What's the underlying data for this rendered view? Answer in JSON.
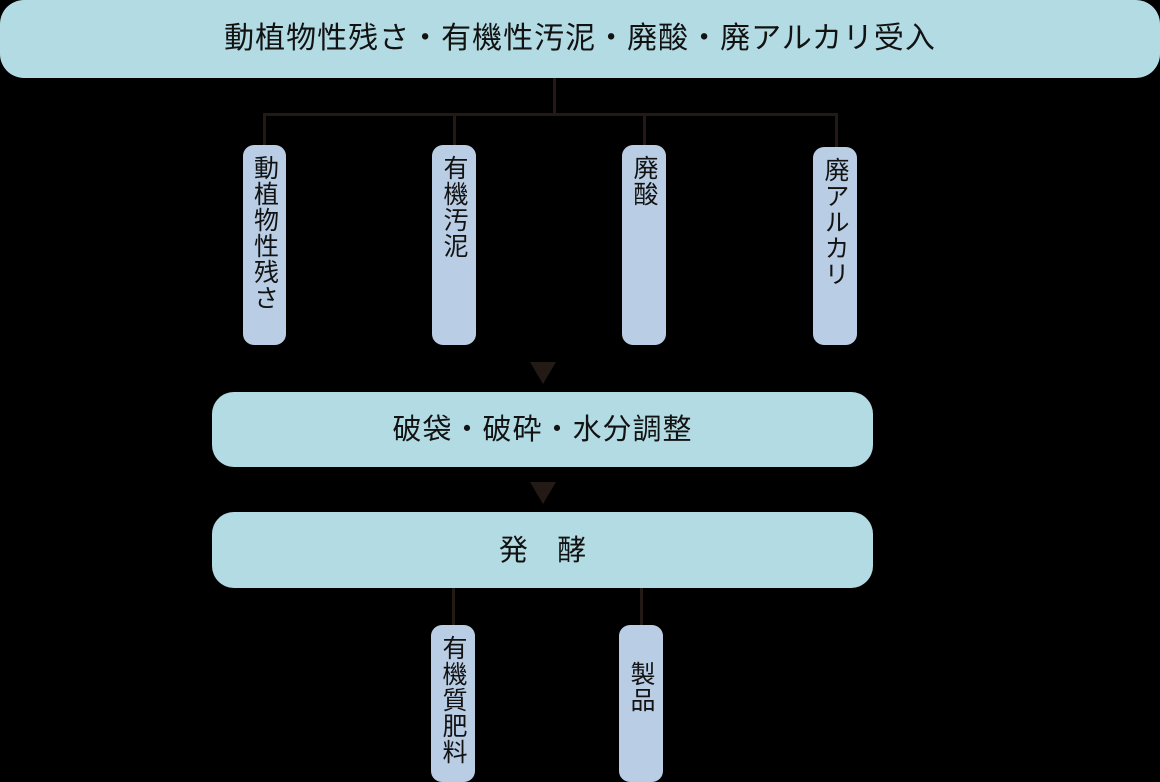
{
  "diagram": {
    "title_bar": {
      "label": "動植物性残さ・有機性汚泥・廃酸・廃アルカリ受入",
      "color": "#b3dbe3"
    },
    "inputs": [
      {
        "label": "動植物性残さ",
        "color": "#b9cde5"
      },
      {
        "label": "有機汚泥",
        "color": "#b9cde5"
      },
      {
        "label": "廃酸",
        "color": "#b9cde5"
      },
      {
        "label": "廃アルカリ",
        "color": "#b9cde5"
      }
    ],
    "processes": [
      {
        "label": "破袋・破砕・水分調整",
        "color": "#b3dbe3"
      },
      {
        "label": "発 酵",
        "color": "#b3dbe3"
      }
    ],
    "outputs": [
      {
        "label": "有機質肥料",
        "color": "#b9cde5"
      },
      {
        "label": "製品",
        "color": "#b9cde5"
      }
    ],
    "connector_color": "#231a16",
    "background_color": "#000000"
  }
}
